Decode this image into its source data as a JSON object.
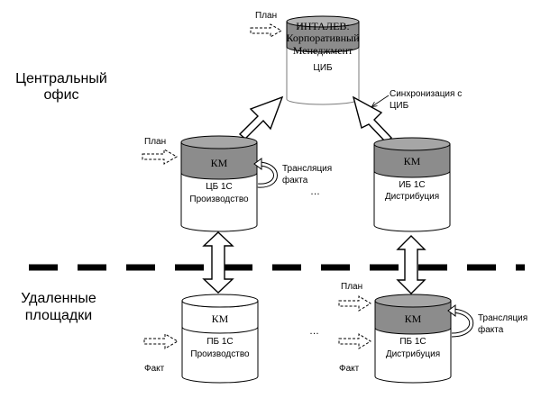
{
  "zones": {
    "central_office": [
      "Центральный",
      "офис"
    ],
    "remote_sites": [
      "Удаленные",
      "площадки"
    ]
  },
  "databases": {
    "cib": {
      "header_lines": [
        "ИНТАЛЕВ:",
        "Корпоративный",
        "Менеджмент"
      ],
      "body_lines": [
        "ЦИБ"
      ]
    },
    "cb_production": {
      "header_lines": [
        "КМ"
      ],
      "body_lines": [
        "ЦБ 1С",
        "Производство"
      ]
    },
    "ib_distribution": {
      "header_lines": [
        "КМ"
      ],
      "body_lines": [
        "ИБ 1С",
        "Дистрибуция"
      ]
    },
    "pb_production": {
      "header_lines": [
        "КМ"
      ],
      "body_lines": [
        "ПБ 1С",
        "Производство"
      ]
    },
    "pb_distribution": {
      "header_lines": [
        "КМ"
      ],
      "body_lines": [
        "ПБ 1С",
        "Дистрибуция"
      ]
    }
  },
  "labels": {
    "plan": "План",
    "fact": "Факт",
    "translation": [
      "Трансляция",
      "факта"
    ],
    "sync": [
      "Синхронизация с",
      "ЦИБ"
    ],
    "ellipsis": "…"
  },
  "colors": {
    "header_dark": "#8c8c8c",
    "header_light": "#ffffff",
    "outline": "#000000",
    "arrow_fill": "#ffffff",
    "separator": "#000000"
  }
}
